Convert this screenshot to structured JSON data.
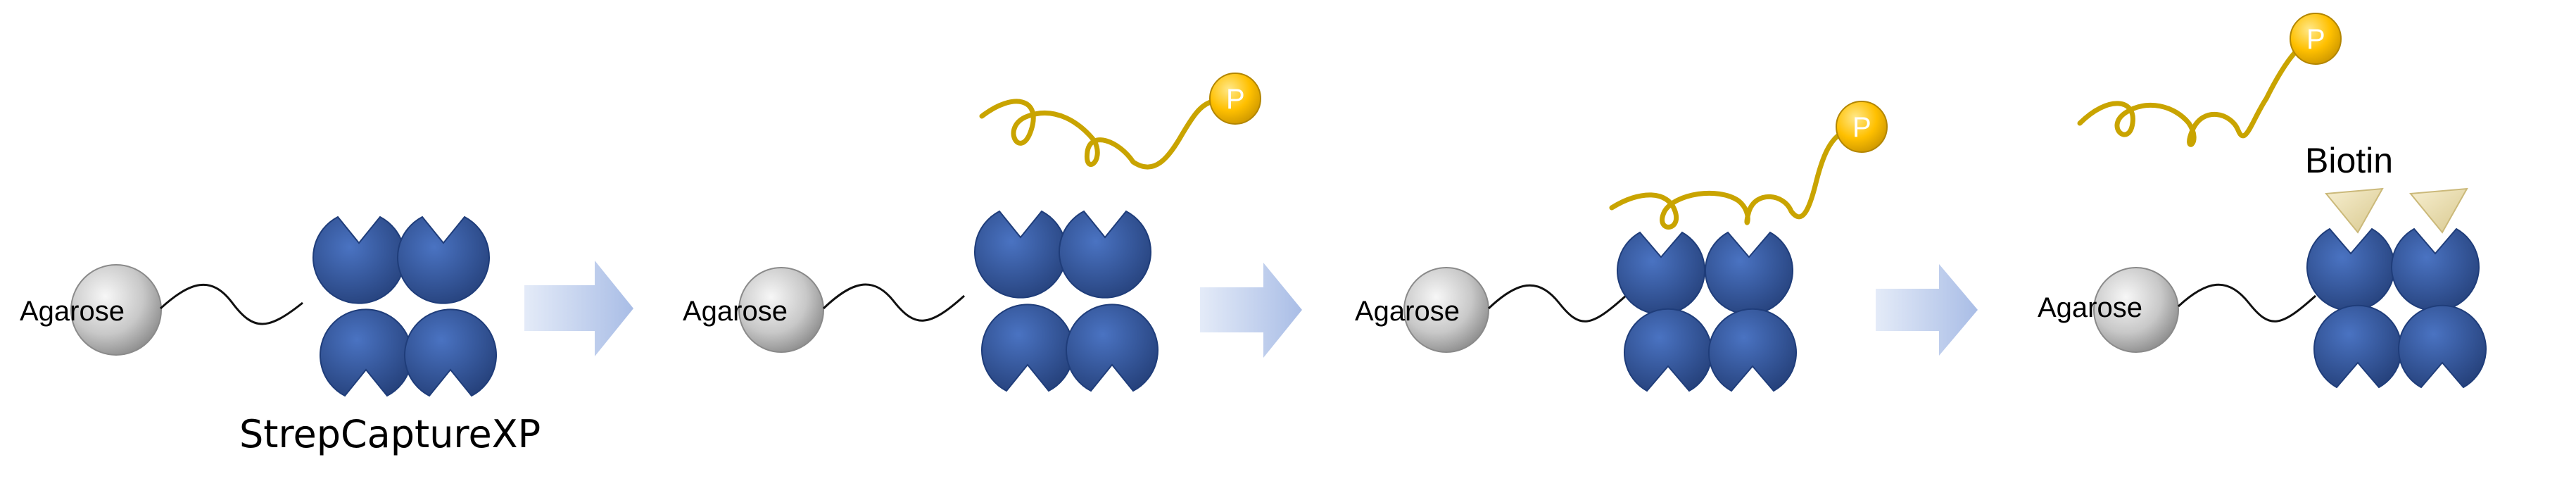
{
  "panels": [
    {
      "agarose_label": "Agarose",
      "product_label": "StrepCaptureXP"
    },
    {
      "agarose_label": "Agarose",
      "phosphate_label": "P"
    },
    {
      "agarose_label": "Agarose",
      "phosphate_label": "P"
    },
    {
      "agarose_label": "Agarose",
      "phosphate_label": "P",
      "biotin_label": "Biotin"
    }
  ],
  "colors": {
    "streptavidin": "#2f5597",
    "agarose": "#bfbfbf",
    "dna_strand": "#c9a400",
    "phosphate": "#ffc000",
    "biotin": "#eadfb4",
    "arrow": "#c5d3f0"
  }
}
